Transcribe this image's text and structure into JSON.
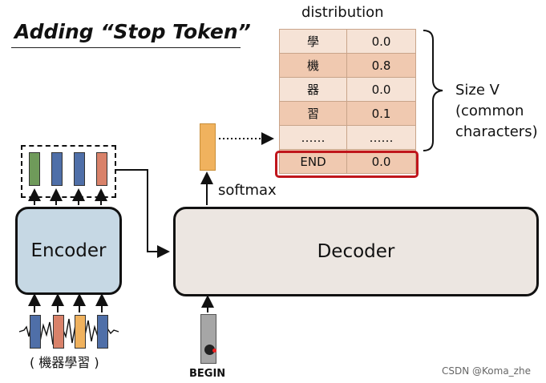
{
  "title": "Adding “Stop Token”",
  "distribution": {
    "label": "distribution",
    "rows": [
      {
        "token": "學",
        "prob": "0.0"
      },
      {
        "token": "機",
        "prob": "0.8"
      },
      {
        "token": "器",
        "prob": "0.0"
      },
      {
        "token": "習",
        "prob": "0.1"
      },
      {
        "token": "……",
        "prob": "……"
      },
      {
        "token": "END",
        "prob": "0.0"
      }
    ],
    "size_label_line1": "Size V",
    "size_label_line2": "(common",
    "size_label_line3": "characters)"
  },
  "encoder": {
    "label": "Encoder",
    "output_colors": [
      "#6f9a5a",
      "#4f6fa8",
      "#4f6fa8",
      "#d9826a"
    ]
  },
  "decoder": {
    "label": "Decoder"
  },
  "softmax_label": "softmax",
  "input_audio_label": "( 機器學習 )",
  "input_colors": [
    "#4f6fa8",
    "#d9826a",
    "#f0b25e",
    "#4f6fa8"
  ],
  "begin_label": "BEGIN",
  "watermark": "CSDN @Koma_zhe"
}
